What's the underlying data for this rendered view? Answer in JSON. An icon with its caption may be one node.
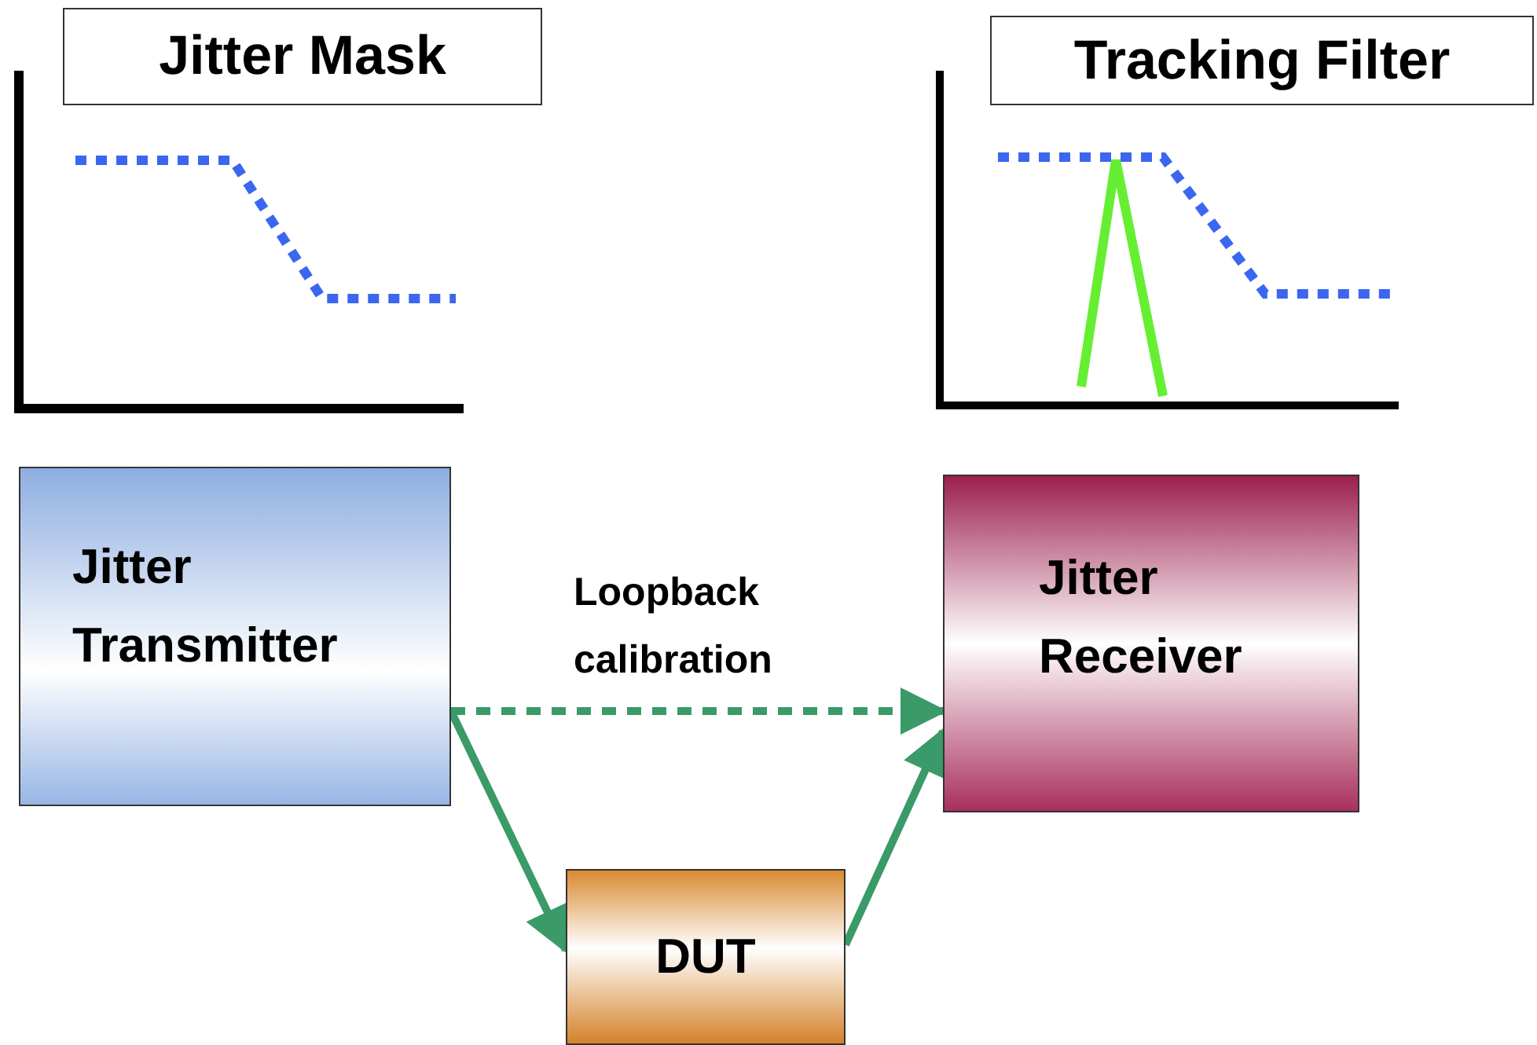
{
  "diagram": {
    "nodes": [
      {
        "text": [
          "Jitter Mask"
        ]
      },
      {
        "text": [
          "Tracking Filter"
        ]
      },
      {
        "text": [
          "Jitter Transmitter"
        ]
      },
      {
        "text": [
          "Jitter Receiver"
        ]
      },
      {
        "text": [
          "DUT"
        ]
      }
    ],
    "edges": [
      {
        "from": 2,
        "to": 3,
        "arrow": "to",
        "label": "Loopback calibration",
        "style": "dashed"
      },
      {
        "from": 2,
        "to": 4,
        "arrow": "to"
      },
      {
        "from": 4,
        "to": 3,
        "arrow": "to"
      }
    ]
  }
}
